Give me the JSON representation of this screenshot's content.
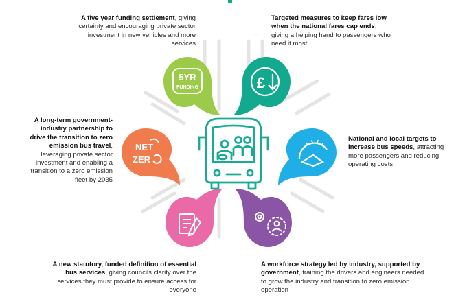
{
  "items": [
    {
      "id": "funding",
      "bold": "A five year funding settlement",
      "rest": ", giving certainty and encouraging private sector investment in new vehicles and more services",
      "color": "#9ccb4a",
      "icon": "5yr-funding-icon",
      "icon_text_1": "5YR",
      "icon_text_2": "FUNDING"
    },
    {
      "id": "fares",
      "bold": "Targeted measures to keep fares low when the national fares cap ends",
      "rest": ", giving a helping hand to passengers who need it most",
      "color": "#12a98f",
      "icon": "pound-down-arrow-icon"
    },
    {
      "id": "speeds",
      "bold": "National and local targets to increase bus speeds",
      "rest": ", attracting more passengers and reducing operating costs",
      "color": "#1faee6",
      "icon": "speedometer-icon"
    },
    {
      "id": "workforce",
      "bold": "A workforce strategy led by industry, supported by government",
      "rest": ", training the drivers and engineers needed to grow the industry and transition to zero emission operation",
      "color": "#8b55a6",
      "icon": "gears-person-icon"
    },
    {
      "id": "essential",
      "bold": "A new statutory, funded definition of essential bus services",
      "rest": ", giving councils clarity over the services they must provide to ensure access for everyone",
      "color": "#ea6aa8",
      "icon": "document-pen-icon"
    },
    {
      "id": "netzero",
      "bold": "A long-term government-industry partnership to drive the transition to zero emission bus travel",
      "rest": ", leveraging private sector investment and enabling a transition to a zero emission fleet by 2035",
      "color": "#f07c4e",
      "icon": "net-zero-icon",
      "icon_text_1": "NET",
      "icon_text_2": "ZER"
    }
  ],
  "center": {
    "icon": "bus-with-passengers-icon",
    "color": "#1aab97"
  }
}
